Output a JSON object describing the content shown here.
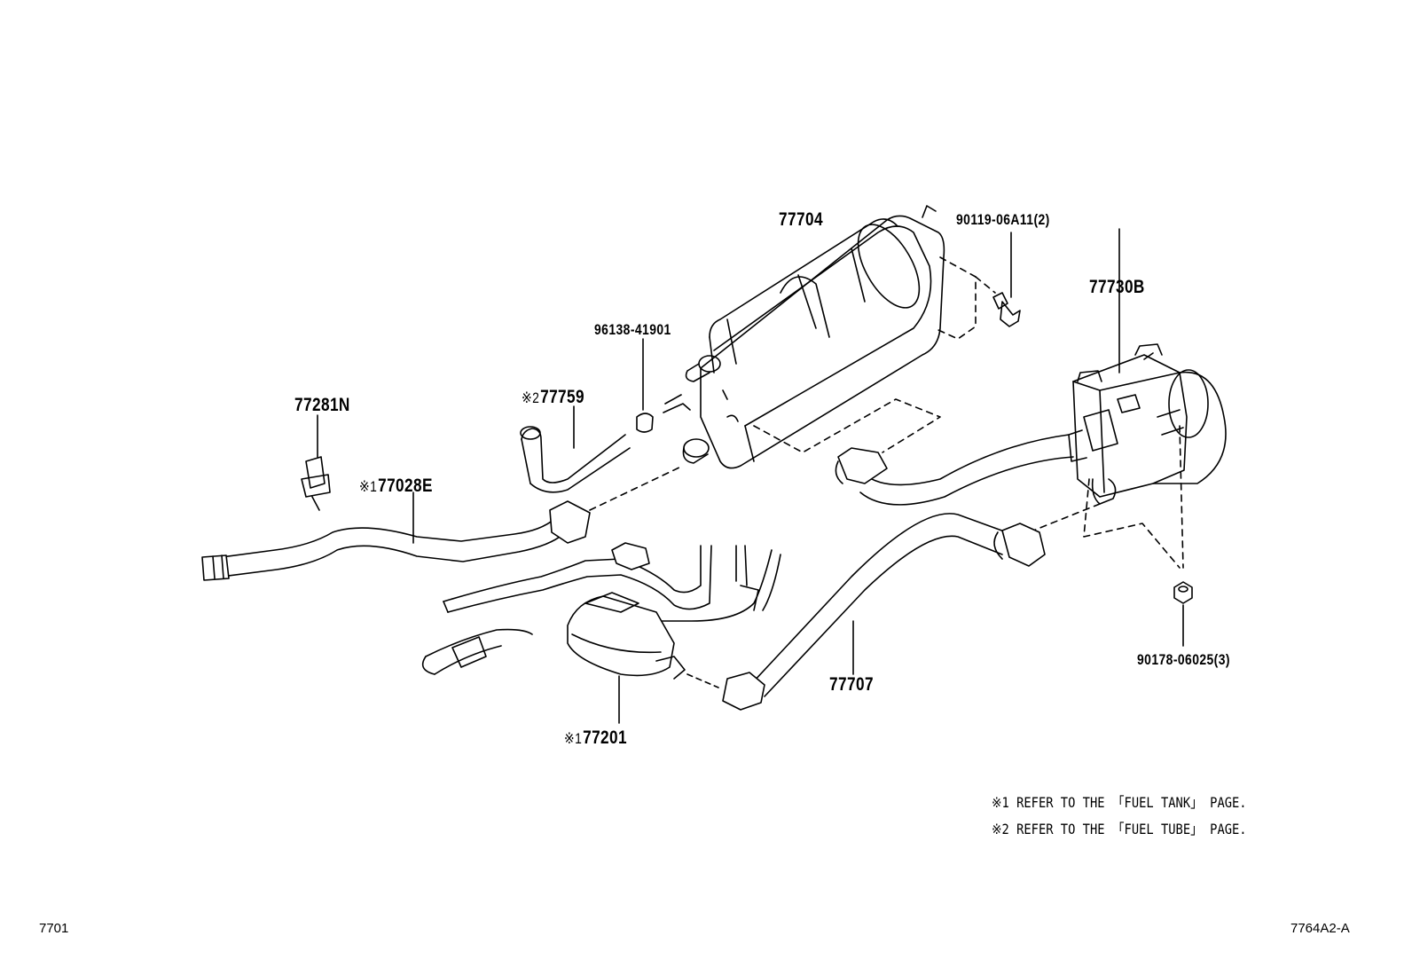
{
  "labels": {
    "p77704": "77704",
    "p90119": "90119-06A11(2)",
    "p77730b": "77730B",
    "p96138": "96138-41901",
    "p77759": "77759",
    "p77281n": "77281N",
    "p77028e": "77028E",
    "p77707": "77707",
    "p90178": "90178-06025(3)",
    "p77201": "77201"
  },
  "marks": {
    "m1": "※1",
    "m2": "※2"
  },
  "notes": [
    "※1 REFER TO THE 「FUEL TANK」 PAGE.",
    "※2 REFER TO THE 「FUEL TUBE」 PAGE."
  ],
  "footer": {
    "page_code": "7701",
    "figure_code": "7764A2-A"
  }
}
